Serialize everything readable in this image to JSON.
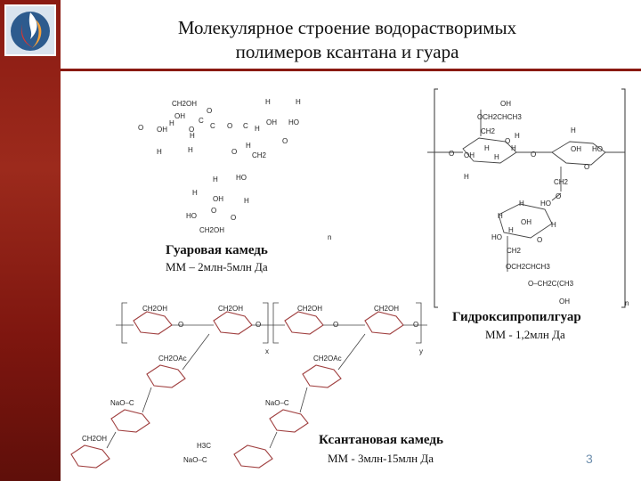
{
  "header": {
    "title_line1": "Молекулярное строение водорастворимых",
    "title_line2": "полимеров ксантана и гуара"
  },
  "guar": {
    "name": "Гуаровая камедь",
    "mm": "ММ – 2млн-5млн Да",
    "atoms": [
      "CH2OH",
      "H",
      "H",
      "O",
      "OH",
      "C",
      "O",
      "H",
      "O",
      "OH",
      "C",
      "O",
      "C",
      "H",
      "OH",
      "HO",
      "O",
      "H",
      "H",
      "H",
      "O",
      "CH2",
      "H",
      "HO",
      "H",
      "OH",
      "H",
      "H",
      "O",
      "HO",
      "O",
      "CH2OH",
      "n"
    ]
  },
  "hpg": {
    "name": "Гидроксипропилгуар",
    "mm": "ММ - 1,2млн Да",
    "atoms": [
      "OH",
      "OCH2CHCH3",
      "CH2",
      "O",
      "H",
      "O",
      "OH",
      "H",
      "H",
      "H",
      "O",
      "H",
      "OH",
      "HO",
      "H",
      "O",
      "CH2",
      "O",
      "H",
      "HO",
      "H",
      "OH",
      "H",
      "HO",
      "H",
      "O",
      "CH2",
      "OCH2CHCH3",
      "O–CH2C(CH3",
      "OH",
      "n"
    ]
  },
  "xanthan": {
    "name": "Ксантановая камедь",
    "mm": "ММ - 3млн-15млн Да",
    "atoms": [
      "CH2OH",
      "CH2OH",
      "CH2OH",
      "CH2OH",
      "CH2OAc",
      "CH2OAc",
      "NaO–C",
      "NaO–C",
      "CH2OH",
      "H3C",
      "NaO–C",
      "x",
      "y",
      "O",
      "O",
      "O",
      "O"
    ]
  },
  "page_number": "3",
  "colors": {
    "sidebar": "#8a1a12",
    "rule": "#8a1a12",
    "ring": "#a04040",
    "page_number": "#6f8fae"
  },
  "icons": {
    "logo": "flame-logo-icon"
  }
}
